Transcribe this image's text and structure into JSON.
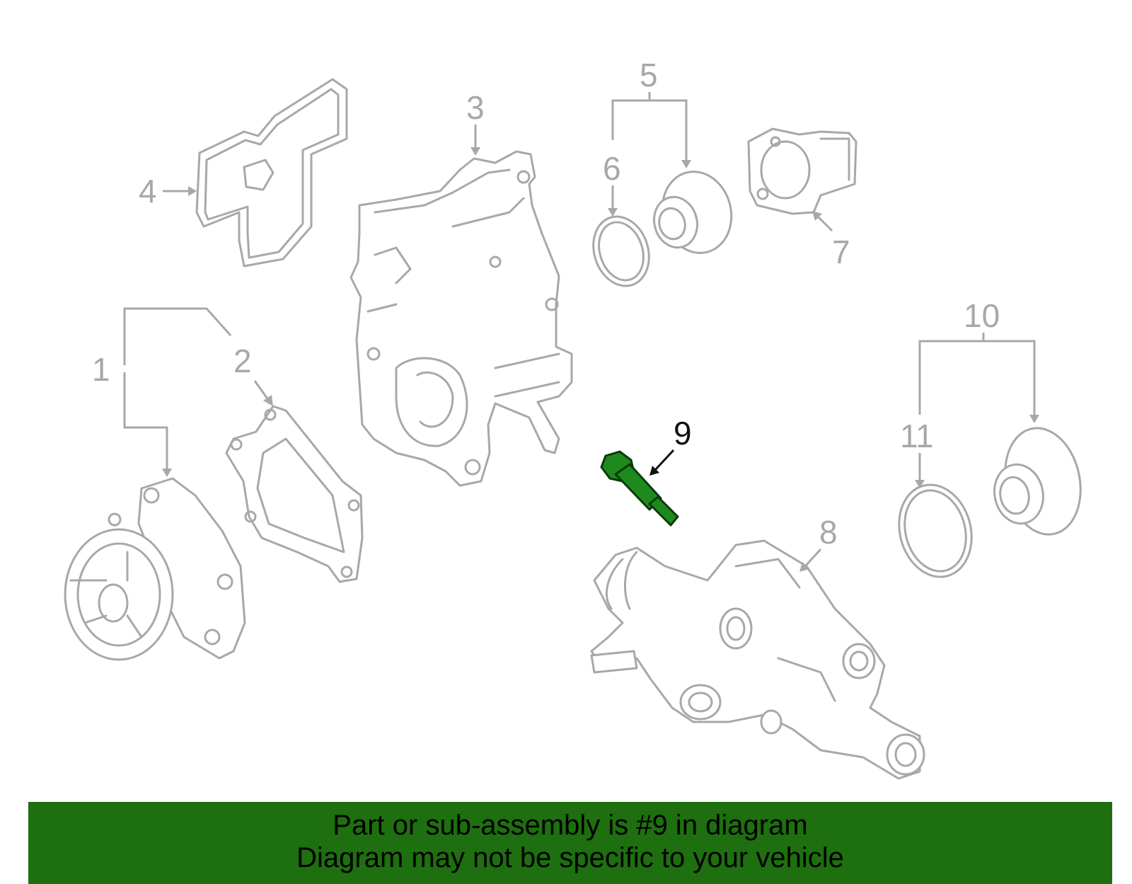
{
  "labels": {
    "n1": "1",
    "n2": "2",
    "n3": "3",
    "n4": "4",
    "n5": "5",
    "n6": "6",
    "n7": "7",
    "n8": "8",
    "n9": "9",
    "n10": "10",
    "n11": "11"
  },
  "highlighted_part": "9",
  "banner": {
    "line1": "Part or sub-assembly is #9 in diagram",
    "line2": "Diagram may not be specific to your vehicle"
  },
  "colors": {
    "banner_background": "#1e6f0f",
    "highlight_part": "#1e8a1e",
    "line_art": "#a8a8a8"
  }
}
